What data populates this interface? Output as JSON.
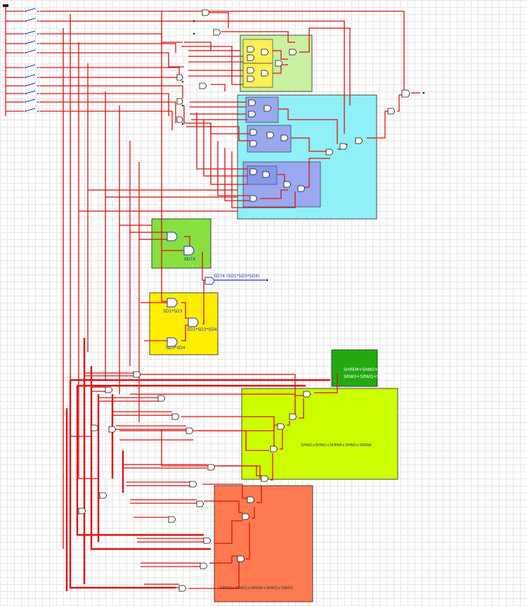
{
  "colors": {
    "wire": "#e01010",
    "box_light_green": "#c8f0a0",
    "box_cyan": "#8ff0f8",
    "box_blue": "#9aa8f0",
    "box_green": "#88e040",
    "box_yellow": "#ffee00",
    "box_dark_green": "#22aa10",
    "box_lime": "#ccff00",
    "box_orange": "#ff7a50"
  },
  "labels": {
    "mid_output": "SD74 (SD1*SD3*SD4)",
    "yellow_top": "SD1*SD3",
    "yellow_mid": "SD1*SD3*SD4",
    "yellow_bot": "SD3*SD4",
    "green_out": "SD74",
    "dark_green_line1": "SHREM+SHNO+SHNW+SHNQ+SRNW+",
    "dark_green_line2": "SRWO+SRWQ+SRWW+SRWQ+SRNQ",
    "lime_eq": "SHNO+SHNO+SHNW+SHNO+SRNW",
    "orange_eq": "SRWQ+SRWQ+SRWW+SRWQ+SRWQ"
  }
}
